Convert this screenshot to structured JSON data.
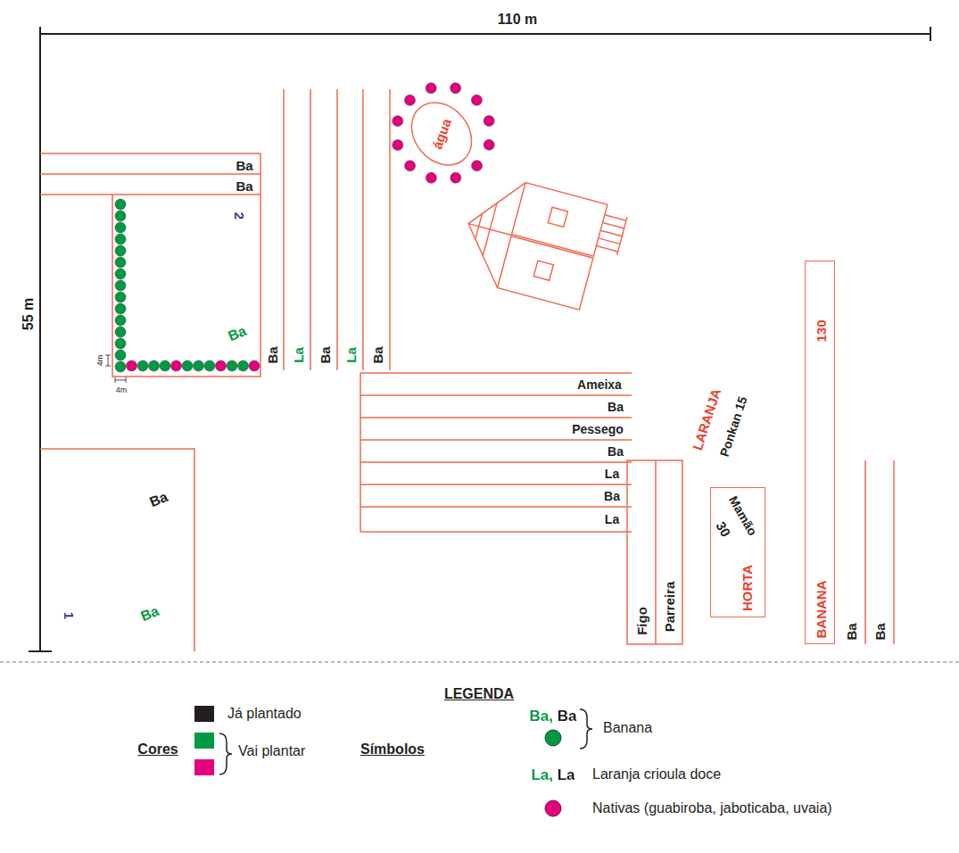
{
  "diagram": {
    "nodes": [
      {
        "text": [
          "água"
        ]
      },
      {
        "text": [
          "Mamão",
          "30",
          "HORTA"
        ]
      },
      {
        "text": [
          "130",
          "BANANA"
        ]
      }
    ],
    "labels": [
      "110 m",
      "55 m",
      "Ba",
      "Ba",
      "2",
      "Ba",
      "4m",
      "4m",
      "Ba",
      "La",
      "Ba",
      "La",
      "Ba",
      "Ameixa",
      "Ba",
      "Pessego",
      "Ba",
      "La",
      "Ba",
      "La",
      "LARANJA",
      "Ponkan 15",
      "Figo",
      "Parreira",
      "Ba",
      "Ba",
      "Ba",
      "1",
      "Ba",
      "LEGENDA",
      "Cores",
      "Símbolos",
      "Ba, Ba",
      "La, La"
    ],
    "legend": [
      {
        "text": "Já plantado",
        "color": "#231f20"
      },
      {
        "text": "Vai plantar",
        "color": "#009a44"
      },
      {
        "text": "Banana"
      },
      {
        "text": "Laranja crioula doce"
      },
      {
        "text": "Nativas (guabiroba, jaboticaba, uvaia)"
      }
    ]
  }
}
